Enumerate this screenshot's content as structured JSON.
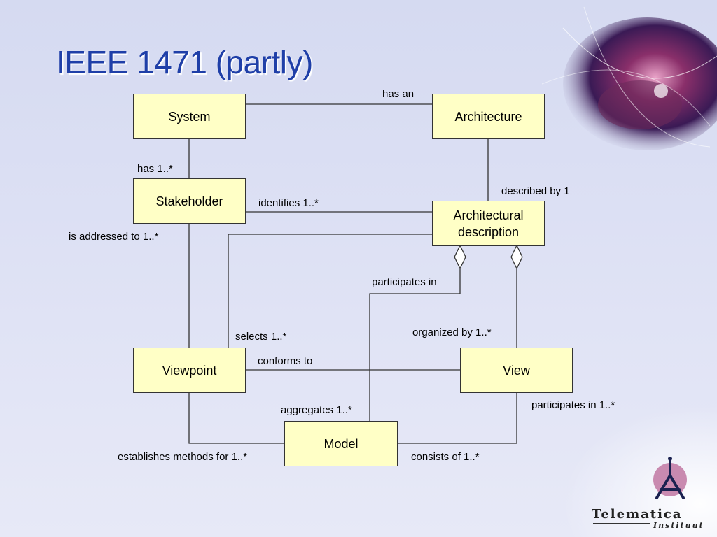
{
  "slide": {
    "title": "IEEE 1471 (partly)"
  },
  "boxes": {
    "system": "System",
    "architecture": "Architecture",
    "stakeholder": "Stakeholder",
    "architectural_description_line1": "Architectural",
    "architectural_description_line2": "description",
    "viewpoint": "Viewpoint",
    "view": "View",
    "model": "Model"
  },
  "labels": {
    "has_an": "has an",
    "has_1": "has 1..*",
    "described_by_1": "described by 1",
    "identifies_1": "identifies 1..*",
    "is_addressed_to_1": "is addressed to 1..*",
    "participates_in": "participates in",
    "organized_by_1": "organized by 1..*",
    "selects_1": "selects 1..*",
    "conforms_to": "conforms to",
    "participates_in_1": "participates in 1..*",
    "aggregates_1": "aggregates 1..*",
    "establishes_methods_for_1": "establishes methods for 1..*",
    "consists_of_1": "consists of 1..*"
  },
  "logo": {
    "name": "Telematica",
    "sub": "Instituut"
  },
  "colors": {
    "title": "#1f3fa8",
    "box_fill": "#ffffc6",
    "line": "#333333",
    "background": "#dfe3f4"
  }
}
